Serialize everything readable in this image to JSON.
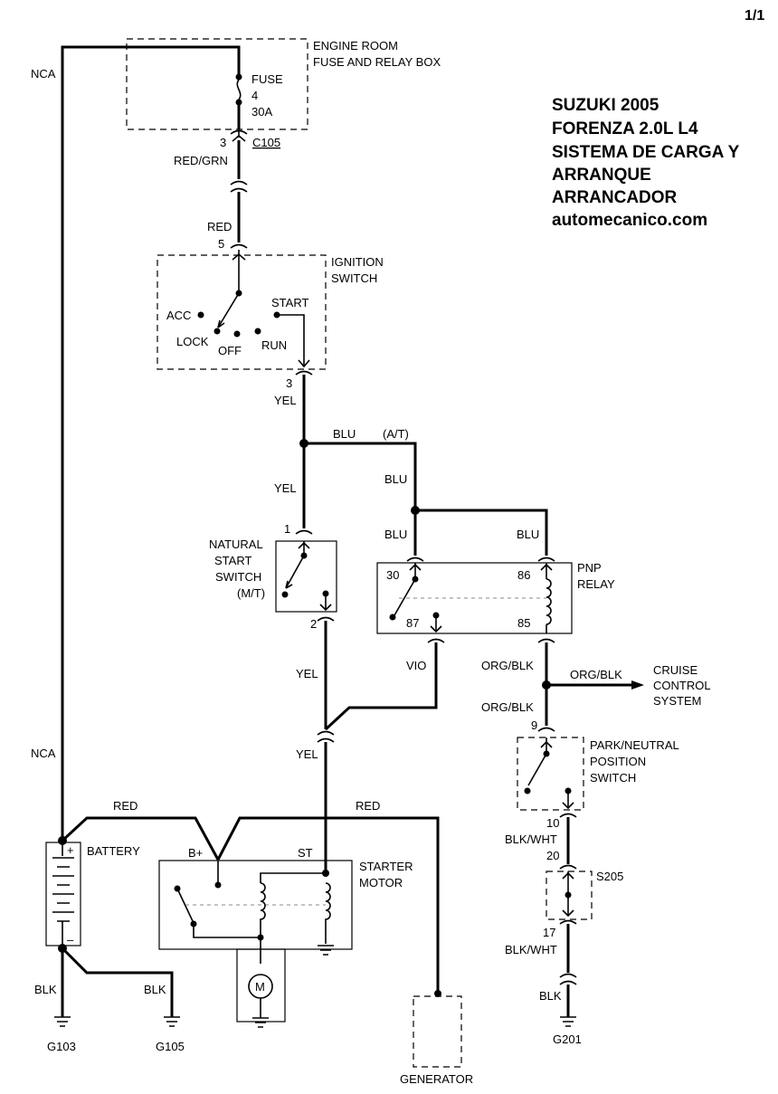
{
  "page_number": "1/1",
  "title_block": {
    "line1": "SUZUKI 2005",
    "line2": "FORENZA 2.0L L4",
    "line3": "SISTEMA DE CARGA Y",
    "line4": "ARRANQUE",
    "line5": "ARRANCADOR",
    "line6": "automecanico.com"
  },
  "fuse_box": {
    "title1": "ENGINE ROOM",
    "title2": "FUSE AND RELAY BOX",
    "fuse": "FUSE",
    "fuse_num": "4",
    "fuse_amp": "30A"
  },
  "connectors": {
    "pin3_top": "3",
    "c105": "C105",
    "pin5": "5",
    "pin3_ign": "3",
    "pin1_nss": "1",
    "pin2_nss": "2",
    "pin9": "9",
    "pin10": "10",
    "pin20": "20",
    "pin17": "17"
  },
  "wires": {
    "nca_top": "NCA",
    "nca_bottom": "NCA",
    "red_grn": "RED/GRN",
    "red": "RED",
    "yel_ign": "YEL",
    "yel_nss_in": "YEL",
    "yel_nss_out": "YEL",
    "yel_starter": "YEL",
    "blu_at": "BLU",
    "at": "(A/T)",
    "blu_vert": "BLU",
    "blu_30": "BLU",
    "blu_86": "BLU",
    "vio": "VIO",
    "org_blk_1": "ORG/BLK",
    "org_blk_cruise": "ORG/BLK",
    "org_blk_2": "ORG/BLK",
    "blk_wht_1": "BLK/WHT",
    "blk_wht_2": "BLK/WHT",
    "blk_g201": "BLK",
    "red_batt": "RED",
    "red_gen": "RED",
    "blk_g103": "BLK",
    "blk_g105": "BLK"
  },
  "ignition_switch": {
    "title1": "IGNITION",
    "title2": "SWITCH",
    "acc": "ACC",
    "lock": "LOCK",
    "off": "OFF",
    "run": "RUN",
    "start": "START"
  },
  "natural_start_switch": {
    "line1": "NATURAL",
    "line2": "START",
    "line3": "SWITCH",
    "line4": "(M/T)"
  },
  "pnp_relay": {
    "title1": "PNP",
    "title2": "RELAY",
    "p30": "30",
    "p86": "86",
    "p87": "87",
    "p85": "85"
  },
  "cruise": {
    "line1": "CRUISE",
    "line2": "CONTROL",
    "line3": "SYSTEM"
  },
  "pn_switch": {
    "line1": "PARK/NEUTRAL",
    "line2": "POSITION",
    "line3": "SWITCH"
  },
  "splice": "S205",
  "grounds": {
    "g103": "G103",
    "g105": "G105",
    "g201": "G201"
  },
  "battery": {
    "label": "BATTERY",
    "plus": "+",
    "minus": "–"
  },
  "starter": {
    "title1": "STARTER",
    "title2": "MOTOR",
    "bplus": "B+",
    "st": "ST",
    "motor": "M"
  },
  "generator": "GENERATOR"
}
